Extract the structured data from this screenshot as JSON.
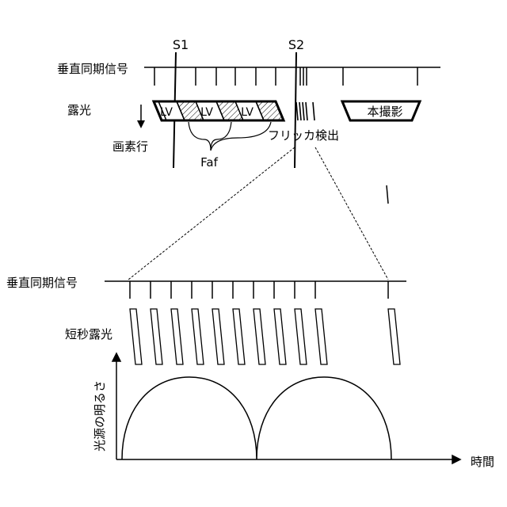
{
  "labels": {
    "s1": "S1",
    "s2": "S2",
    "vsync_top": "垂直同期信号",
    "exposure": "露光",
    "pixel_rows": "画素行",
    "lv": "LV",
    "main_shoot": "本撮影",
    "flicker_detect": "フリッカ検出",
    "faf": "Faf",
    "vsync_bottom": "垂直同期信号",
    "short_exposure": "短秒露光",
    "brightness": "光源の明るさ",
    "time": "時間"
  }
}
